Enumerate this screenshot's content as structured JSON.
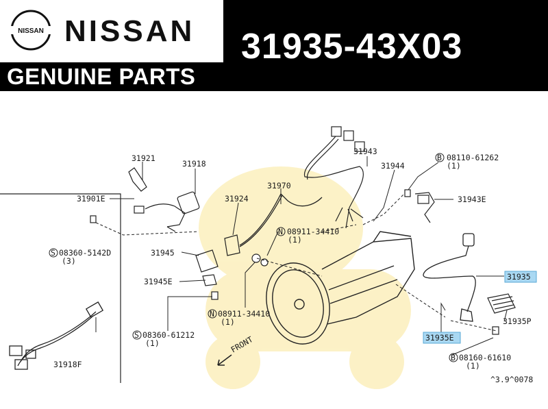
{
  "header": {
    "brand_logo_text": "NISSAN",
    "brand_name": "NISSAN",
    "subtitle": "GENUINE PARTS",
    "part_number": "31935-43X03"
  },
  "colors": {
    "header_bg": "#000000",
    "highlight": "#a9d8f2"
  },
  "labels": {
    "l31921": "31921",
    "l31918": "31918",
    "l31901e": "31901E",
    "l31924": "31924",
    "l31970": "31970",
    "l31943": "31943",
    "l31944": "31944",
    "l08110": "08110-61262",
    "l08110_qty": "(1)",
    "l31943e": "31943E",
    "l08911a": "08911-34410",
    "l08911a_qty": "(1)",
    "l08360a": "08360-5142D",
    "l08360a_qty": "(3)",
    "l31945": "31945",
    "l31945e": "31945E",
    "l08911b": "08911-34410",
    "l08911b_qty": "(1)",
    "l08360b": "08360-61212",
    "l08360b_qty": "(1)",
    "l31918f": "31918F",
    "l31935": "31935",
    "l31935e": "31935E",
    "l31935p": "31935P",
    "l08160": "08160-61610",
    "l08160_qty": "(1)",
    "front": "FRONT",
    "code": "^3.9^0078",
    "s": "S",
    "n": "N",
    "b": "B"
  }
}
